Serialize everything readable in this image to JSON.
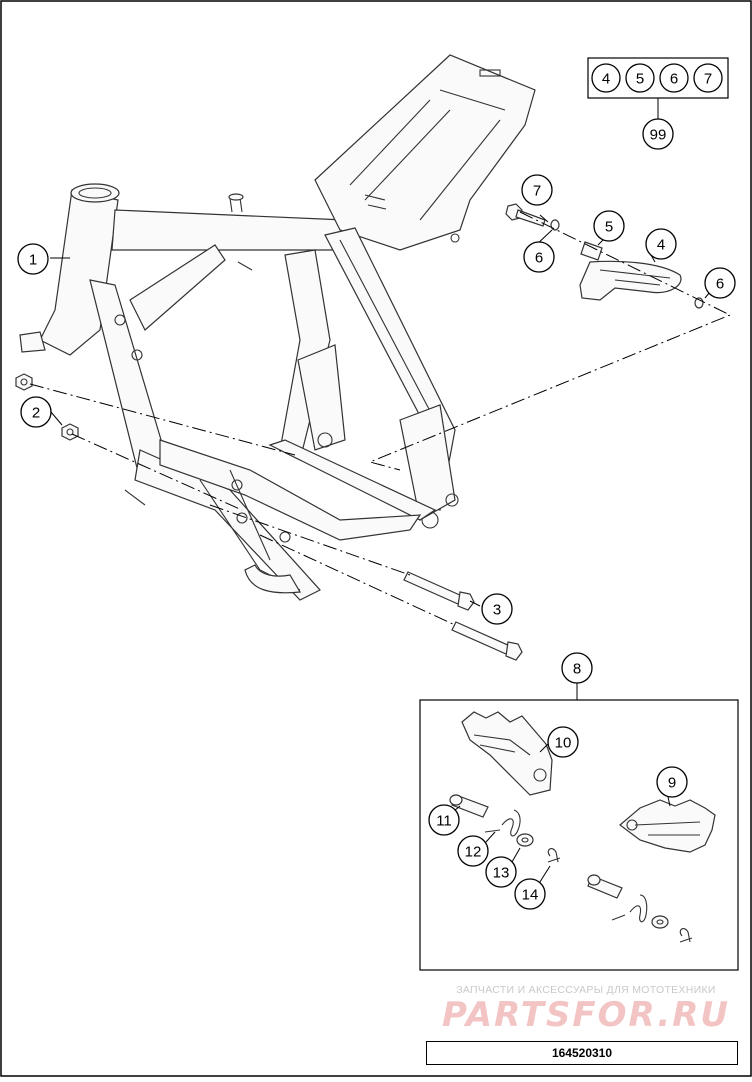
{
  "callouts": {
    "c1": "1",
    "c2": "2",
    "c3": "3",
    "c4": "4",
    "c5": "5",
    "c6a": "6",
    "c6b": "6",
    "c7": "7",
    "c8": "8",
    "c9": "9",
    "c10": "10",
    "c11": "11",
    "c12": "12",
    "c13": "13",
    "c14": "14",
    "c99": "99"
  },
  "kit_box": [
    "4",
    "5",
    "6",
    "7"
  ],
  "watermark": {
    "tagline": "ЗАПЧАСТИ И АКСЕССУАРЫ ДЛЯ МОТОТЕХНИКИ",
    "logo": "PARTSFOR.RU"
  },
  "document_id": "164520310"
}
